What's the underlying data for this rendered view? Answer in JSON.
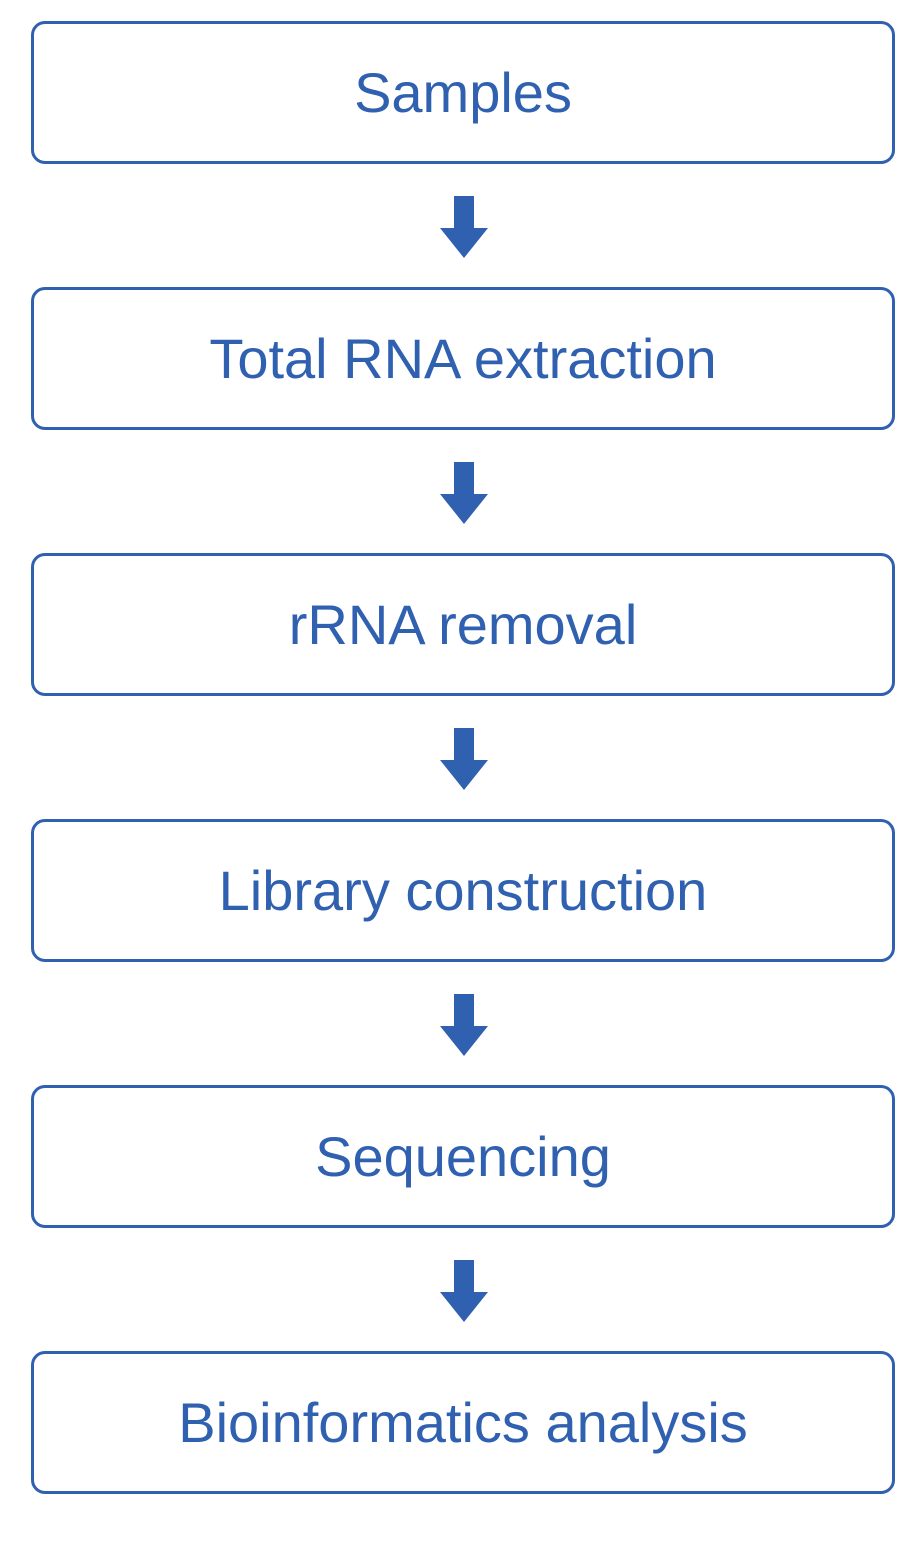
{
  "colors": {
    "accent": "#3060b0",
    "background": "#ffffff"
  },
  "steps": [
    {
      "label": "Samples"
    },
    {
      "label": "Total RNA extraction"
    },
    {
      "label": "rRNA removal"
    },
    {
      "label": "Library construction"
    },
    {
      "label": "Sequencing"
    },
    {
      "label": "Bioinformatics analysis"
    }
  ],
  "connectors": [
    {
      "icon": "arrow-down-icon"
    },
    {
      "icon": "arrow-down-icon"
    },
    {
      "icon": "arrow-down-icon"
    },
    {
      "icon": "arrow-down-icon"
    },
    {
      "icon": "arrow-down-icon"
    }
  ]
}
